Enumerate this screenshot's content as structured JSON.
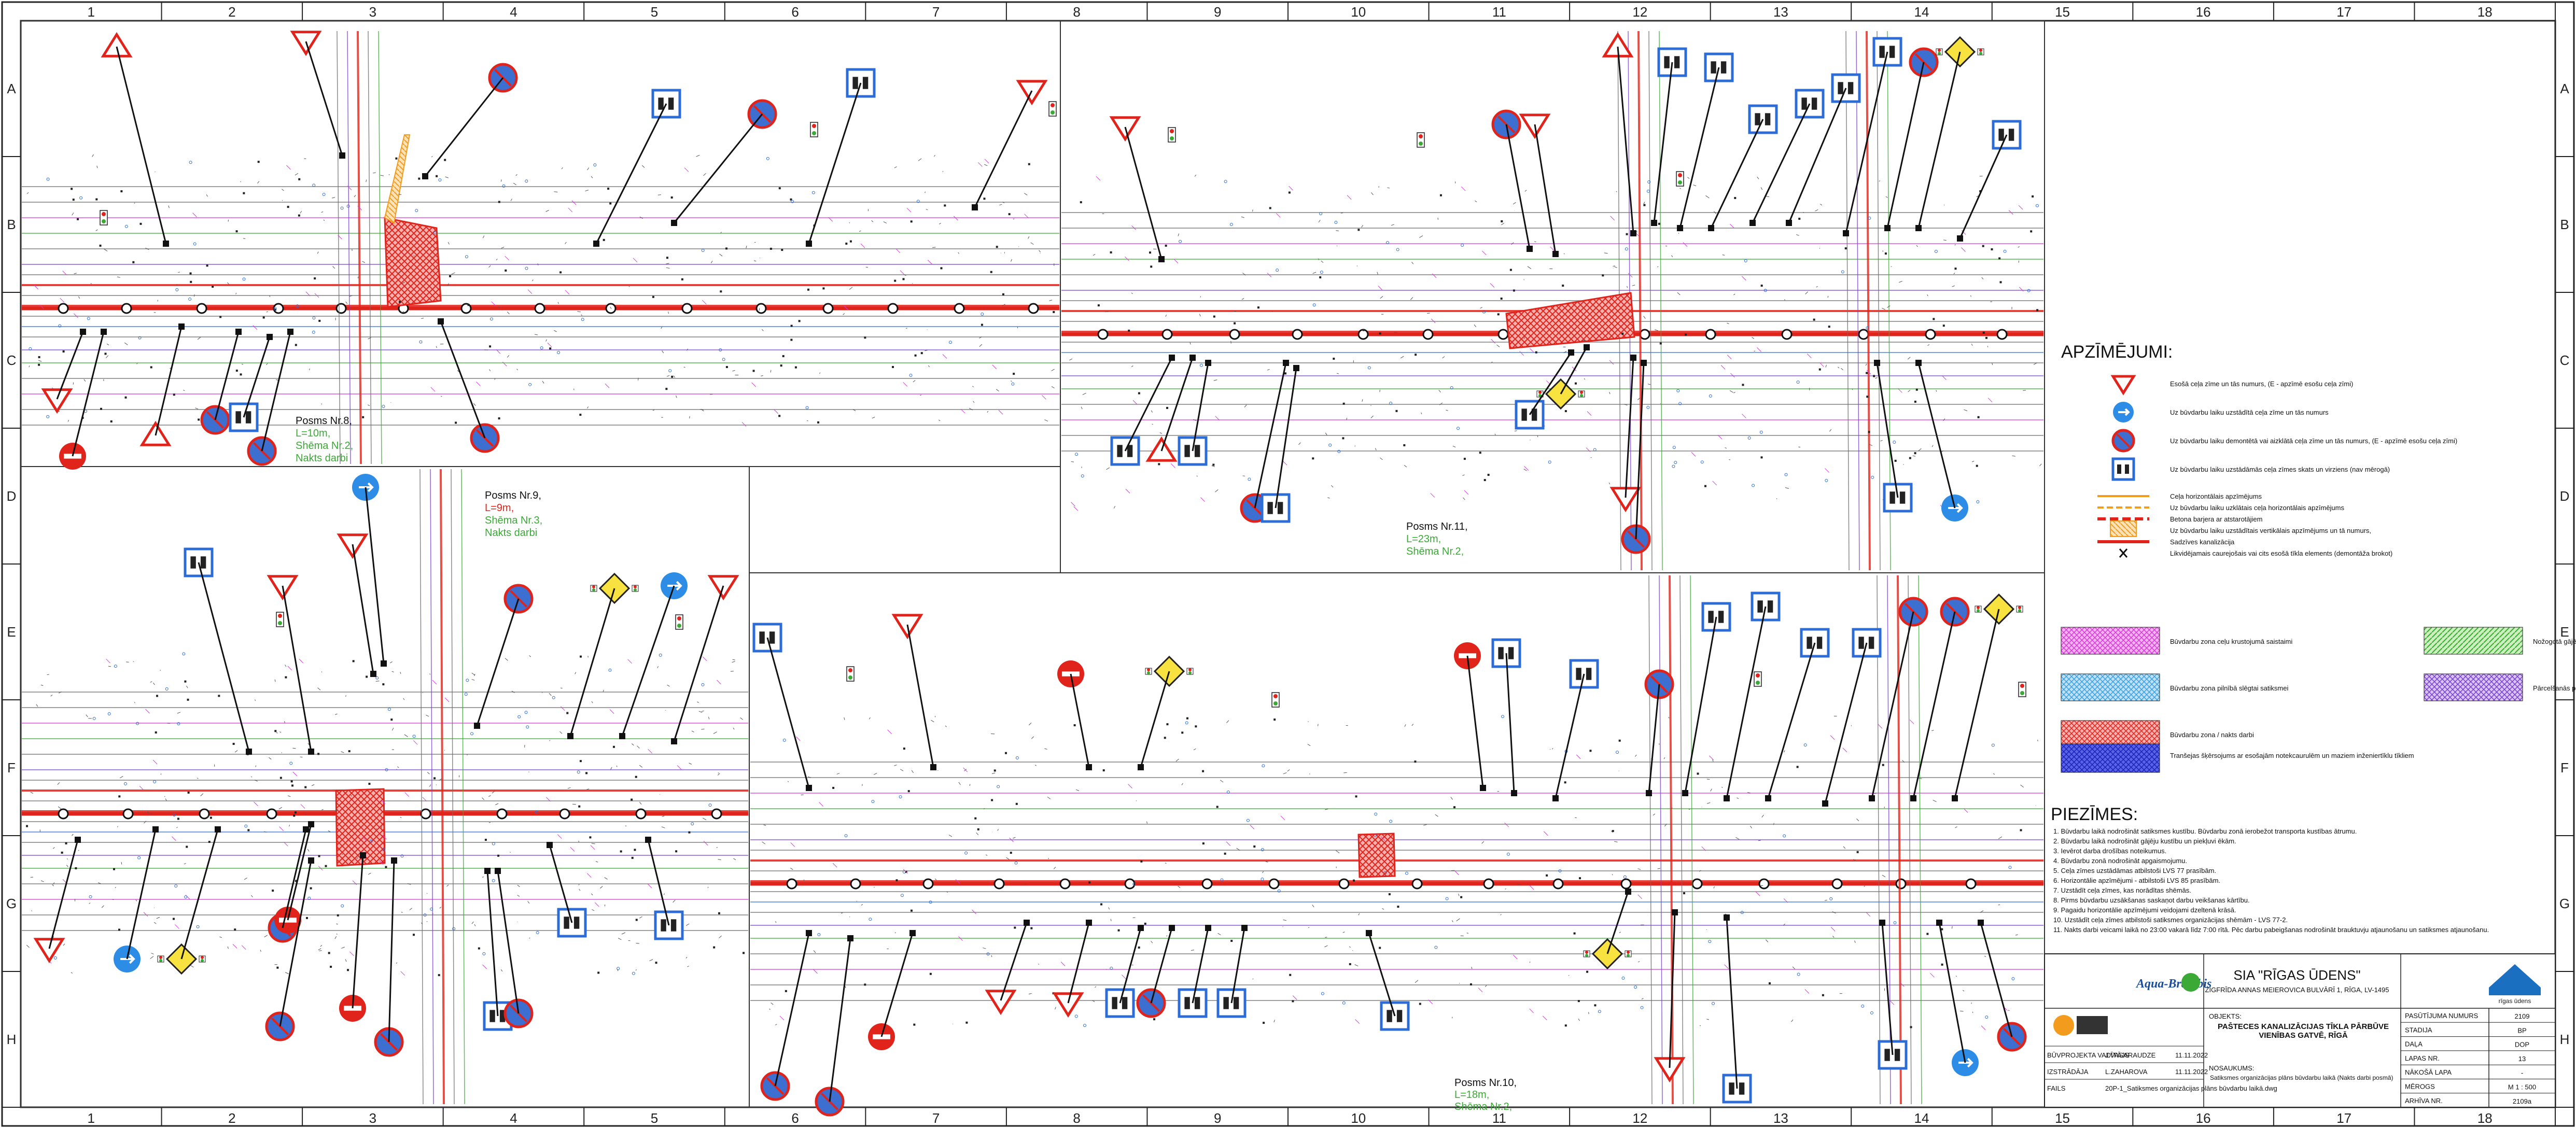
{
  "sheet": {
    "column_numbers": [
      "1",
      "2",
      "3",
      "4",
      "5",
      "6",
      "7",
      "8",
      "9",
      "10",
      "11",
      "12",
      "13",
      "14",
      "15",
      "16",
      "17",
      "18"
    ],
    "row_letters": [
      "A",
      "B",
      "C",
      "D",
      "E",
      "F",
      "G",
      "H"
    ]
  },
  "segments": [
    {
      "title": "Posms Nr.8,",
      "length": "L=10m,",
      "scheme": "Shēma Nr.2,",
      "work": "Nakts darbi"
    },
    {
      "title": "Posms Nr.9,",
      "length": "L=9m,",
      "scheme": "Shēma Nr.3,",
      "work": "Nakts darbi"
    },
    {
      "title": "Posms Nr.11,",
      "length": "L=23m,",
      "scheme": "Shēma Nr.2,",
      "work": ""
    },
    {
      "title": "Posms Nr.10,",
      "length": "L=18m,",
      "scheme": "Shēma Nr.2,",
      "work": ""
    }
  ],
  "legend": {
    "heading": "APZĪMĒJUMI:",
    "items": [
      "Esošā ceļa zīme un tās numurs, (E - apzīmē esošu ceļa zīmi)",
      "Uz būvdarbu laiku uzstādītā ceļa zīme un tās numurs",
      "Uz būvdarbu laiku demontētā vai aizklātā ceļa zīme un tās numurs, (E - apzīmē esošu ceļa zīmi)",
      "Uz būvdarbu laiku uzstādāmās ceļa zīmes skats un virziens (nav mērogā)",
      "Ceļa horizontālais apzīmējums",
      "Uz būvdarbu laiku uzklātais ceļa horizontālais apzīmējums",
      "Betona barjera ar atstarotājiem",
      "Uz būvdarbu laiku uzstādītais vertikālais apzīmējums un tā numurs,",
      "Sadzīves kanalizācija",
      "Likvidējamais caurejošais vai cits esošā tīkla elements (demontāža brokot)"
    ],
    "swatches": [
      {
        "label": "Būvdarbu zona ceļu krustojumā saistaimi",
        "color": "#e25ad8"
      },
      {
        "label": "Nožogotā gājēju kustība",
        "color": "#6cc644"
      },
      {
        "label": "Būvdarbu zona pilnībā slēgtai satiksmei",
        "color": "#3aa0e0"
      },
      {
        "label": "Pārcelšanās pieturvietas platforma",
        "color": "#8a3fd1"
      },
      {
        "label": "Būvdarbu zona / nakts darbi",
        "color": "#e02a2a"
      },
      {
        "label": "Tranšejas šķērsojums ar esošajām notekcaurulēm un maziem inženiertīklu tīkliem",
        "color": "#2a33d6"
      }
    ]
  },
  "notes": {
    "heading": "PIEZĪMES:",
    "items": [
      "1.   Būvdarbu laikā nodrošināt satiksmes kustību. Būvdarbu zonā ierobežot transporta kustības ātrumu.",
      "2.   Būvdarbu laikā nodrošināt gājēju kustību un piekļuvi ēkām.",
      "3.   Ievērot darba drošības noteikumus.",
      "4.   Būvdarbu zonā nodrošināt apgaismojumu.",
      "5.   Ceļa zīmes uzstādāmas atbilstoši LVS 77 prasībām.",
      "6.   Horizontālie apzīmējumi - atbilstoši LVS 85 prasībām.",
      "7.   Uzstādīt ceļa zīmes, kas norādītas shēmās.",
      "8.   Pirms būvdarbu uzsākšanas saskaņot darbu veikšanas kārtību.",
      "9.   Pagaidu horizontālie apzīmējumi veidojami dzeltenā krāsā.",
      "10.  Uzstādīt ceļa zīmes atbilstoši satiksmes organizācijas shēmām - LVS 77-2.",
      "11.  Nakts darbi veicami laikā no 23:00 vakarā līdz 7:00 rītā. Pēc darbu pabeigšanas nodrošināt brauktuvju atjaunošanu un satiksmes atjaunošanu."
    ]
  },
  "title_block": {
    "client_short": "SIA \"RĪGAS ŪDENS\"",
    "client_address": "ZIGFRĪDA ANNAS MEIEROVICA BULVĀRĪ 1, RĪGA, LV-1495",
    "object_label": "OBJEKTS:",
    "object_text": "PAŠTECES KANALIZĀCIJAS TĪKLA PĀRBŪVE VIENĪBAS GATVĒ, RĪGĀ",
    "contractor_logo": "Aqua-Brambis",
    "client_logo": "rīgas ūdens",
    "rows": [
      {
        "label": "PASŪTĪJUMA NUMURS",
        "value": "2109"
      },
      {
        "label": "STADIJA",
        "value": "BP"
      },
      {
        "label": "DAĻA",
        "value": "DOP"
      },
      {
        "label": "LAPAS NR.",
        "value": "13"
      },
      {
        "label": "NĀKOŠĀ LAPA",
        "value": "-"
      },
      {
        "label": "MĒROGS",
        "value": "M 1 : 500"
      },
      {
        "label": "ARHĪVA NR.",
        "value": "2109a"
      }
    ],
    "sheet_name_label": "NOSAUKUMS:",
    "sheet_name": "Satiksmes organizācijas plāns būvdarbu laikā (Nakts darbi posmā)",
    "signatures": [
      {
        "role": "BŪVPROJEKTA VADĪTĀJS",
        "name": "J.VASARAUDZE",
        "date": "11.11.2022"
      },
      {
        "role": "IZSTRĀDĀJA",
        "name": "L.ZAHAROVA",
        "date": "11.11.2022"
      },
      {
        "role": "FAILS",
        "name": "20P-1_Satiksmes organizācijas plāns būvdarbu laikā.dwg",
        "date": ""
      }
    ]
  },
  "colors": {
    "red": "#e0231b",
    "green": "#3aa935",
    "blue": "#2c6cd6",
    "magenta": "#d43ad8",
    "purple": "#7a3fd1",
    "orange": "#f29b1c",
    "grey": "#6c6c6c"
  }
}
